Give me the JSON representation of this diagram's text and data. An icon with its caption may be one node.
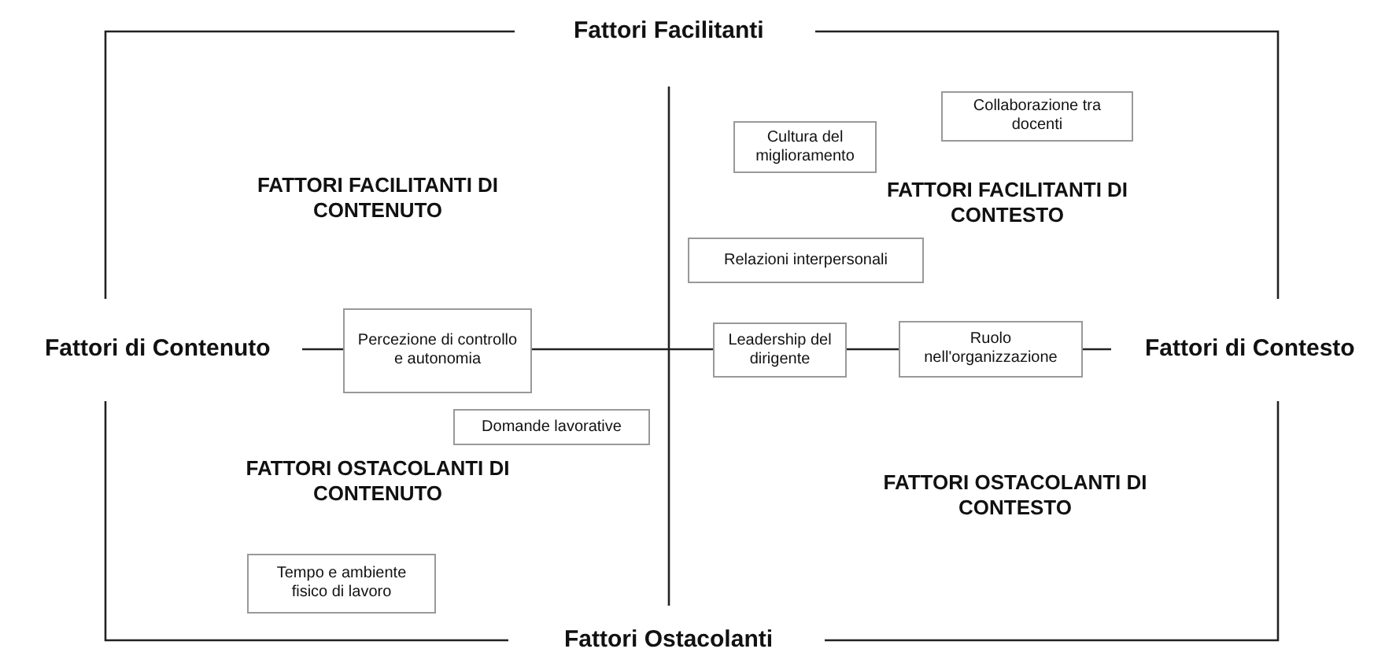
{
  "diagram": {
    "nodes": [
      {
        "text": [
          "Collaborazione tra docenti"
        ]
      },
      {
        "text": [
          "Cultura del miglioramento"
        ]
      },
      {
        "text": [
          "Relazioni interpersonali"
        ]
      },
      {
        "text": [
          "Percezione di controllo e autonomia"
        ]
      },
      {
        "text": [
          "Leadership del dirigente"
        ]
      },
      {
        "text": [
          "Ruolo nell'organizzazione"
        ]
      },
      {
        "text": [
          "Domande lavorative"
        ]
      },
      {
        "text": [
          "Tempo e ambiente fisico di lavoro"
        ]
      }
    ],
    "labels": [
      "Fattori Facilitanti",
      "FATTORI FACILITANTI DI CONTENUTO",
      "FATTORI FACILITANTI DI CONTESTO",
      "Fattori di Contenuto",
      "Fattori di Contesto",
      "FATTORI OSTACOLANTI DI CONTENUTO",
      "FATTORI OSTACOLANTI DI CONTESTO",
      "Fattori Ostacolanti"
    ]
  }
}
